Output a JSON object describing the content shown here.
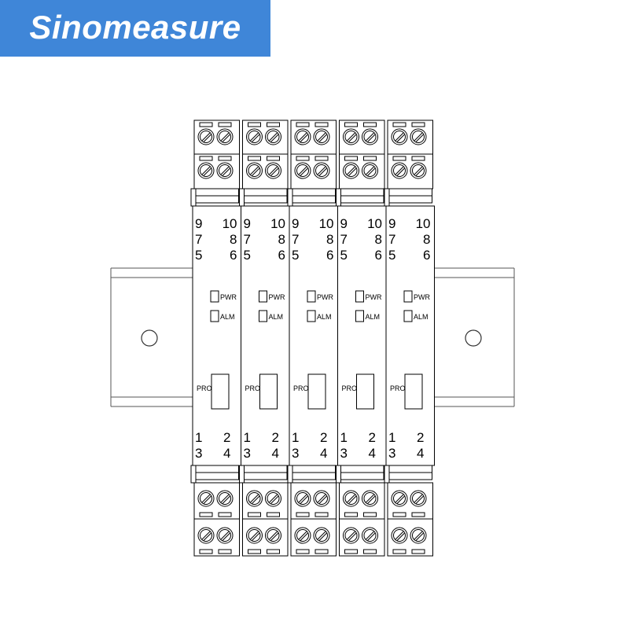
{
  "logo": {
    "text": "Sinomeasure",
    "background": "#3f86d8",
    "text_color": "#ffffff"
  },
  "modules": [
    {
      "top_numbers": [
        [
          "9",
          "10"
        ],
        [
          "7",
          "8"
        ],
        [
          "5",
          "6"
        ]
      ],
      "led_labels": [
        "PWR",
        "ALM"
      ],
      "pro_label": "PRO",
      "bottom_numbers": [
        [
          "1",
          "2"
        ],
        [
          "3",
          "4"
        ]
      ]
    },
    {
      "top_numbers": [
        [
          "9",
          "10"
        ],
        [
          "7",
          "8"
        ],
        [
          "5",
          "6"
        ]
      ],
      "led_labels": [
        "PWR",
        "ALM"
      ],
      "pro_label": "PRO",
      "bottom_numbers": [
        [
          "1",
          "2"
        ],
        [
          "3",
          "4"
        ]
      ]
    },
    {
      "top_numbers": [
        [
          "9",
          "10"
        ],
        [
          "7",
          "8"
        ],
        [
          "5",
          "6"
        ]
      ],
      "led_labels": [
        "PWR",
        "ALM"
      ],
      "pro_label": "PRO",
      "bottom_numbers": [
        [
          "1",
          "2"
        ],
        [
          "3",
          "4"
        ]
      ]
    },
    {
      "top_numbers": [
        [
          "9",
          "10"
        ],
        [
          "7",
          "8"
        ],
        [
          "5",
          "6"
        ]
      ],
      "led_labels": [
        "PWR",
        "ALM"
      ],
      "pro_label": "PRO",
      "bottom_numbers": [
        [
          "1",
          "2"
        ],
        [
          "3",
          "4"
        ]
      ]
    },
    {
      "top_numbers": [
        [
          "9",
          "10"
        ],
        [
          "7",
          "8"
        ],
        [
          "5",
          "6"
        ]
      ],
      "led_labels": [
        "PWR",
        "ALM"
      ],
      "pro_label": "PRO",
      "bottom_numbers": [
        [
          "1",
          "2"
        ],
        [
          "3",
          "4"
        ]
      ]
    }
  ],
  "colors": {
    "line": "#000000",
    "rail": "#555555"
  }
}
